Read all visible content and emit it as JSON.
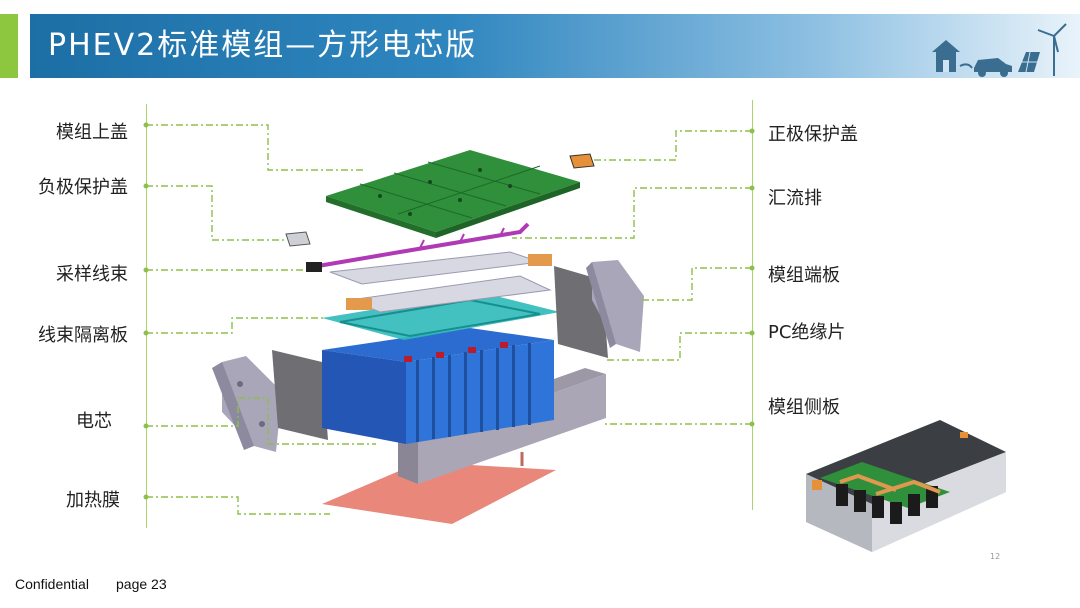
{
  "header": {
    "title": "PHEV2标准模组—方形电芯版",
    "icons": [
      "house-icon",
      "car-icon",
      "solar-panel-icon",
      "wind-turbine-icon"
    ],
    "colors": {
      "title_bar": "#1c6fa5",
      "accent": "#8dc63f",
      "text": "#ffffff"
    }
  },
  "labels": {
    "left": [
      "模组上盖",
      "负极保护盖",
      "采样线束",
      "线束隔离板",
      "电芯",
      "加热膜"
    ],
    "right": [
      "正极保护盖",
      "汇流排",
      "模组端板",
      "PC绝缘片",
      "模组侧板"
    ]
  },
  "watermark": "12",
  "footer": {
    "confidential": "Confidential",
    "page": "page 23"
  }
}
